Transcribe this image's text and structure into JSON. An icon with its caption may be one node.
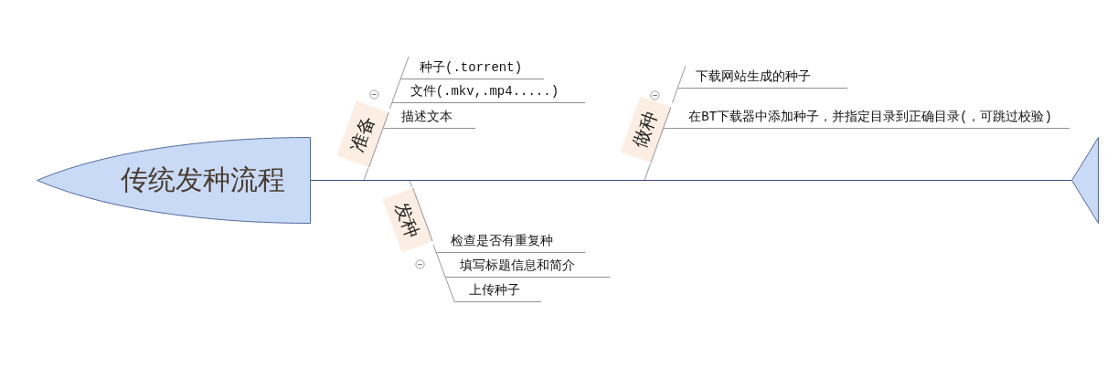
{
  "diagram": {
    "nodes": [
      {
        "text": [
          "传统发种流程"
        ]
      },
      {
        "text": [
          "准备"
        ]
      },
      {
        "text": [
          "种子(.torrent)"
        ]
      },
      {
        "text": [
          "文件(.mkv,.mp4.....)"
        ]
      },
      {
        "text": [
          "描述文本"
        ]
      },
      {
        "text": [
          "做种"
        ]
      },
      {
        "text": [
          "下载网站生成的种子"
        ]
      },
      {
        "text": [
          "在BT下载器中添加种子，并指定目录到正确目录(，可跳过校验)"
        ]
      },
      {
        "text": [
          "发种"
        ]
      },
      {
        "text": [
          "检查是否有重复种"
        ]
      },
      {
        "text": [
          "填写标题信息和简介"
        ]
      },
      {
        "text": [
          "上传种子"
        ]
      },
      {
        "text": [],
        "shape": "triangle"
      }
    ],
    "edges": [
      {
        "from": 0,
        "to": 12,
        "arrow": "none",
        "color": "#3b4a7a"
      },
      {
        "from": 1,
        "to": null,
        "arrow": "none"
      },
      {
        "from": 1,
        "to": 2,
        "arrow": "none"
      },
      {
        "from": 1,
        "to": 3,
        "arrow": "none"
      },
      {
        "from": 1,
        "to": 4,
        "arrow": "none"
      },
      {
        "from": 5,
        "to": null,
        "arrow": "none"
      },
      {
        "from": 5,
        "to": 6,
        "arrow": "none"
      },
      {
        "from": 5,
        "to": 7,
        "arrow": "none"
      },
      {
        "from": 8,
        "to": null,
        "arrow": "none"
      },
      {
        "from": 8,
        "to": 9,
        "arrow": "none"
      },
      {
        "from": 8,
        "to": 10,
        "arrow": "none"
      },
      {
        "from": 8,
        "to": 11,
        "arrow": "none"
      }
    ]
  }
}
